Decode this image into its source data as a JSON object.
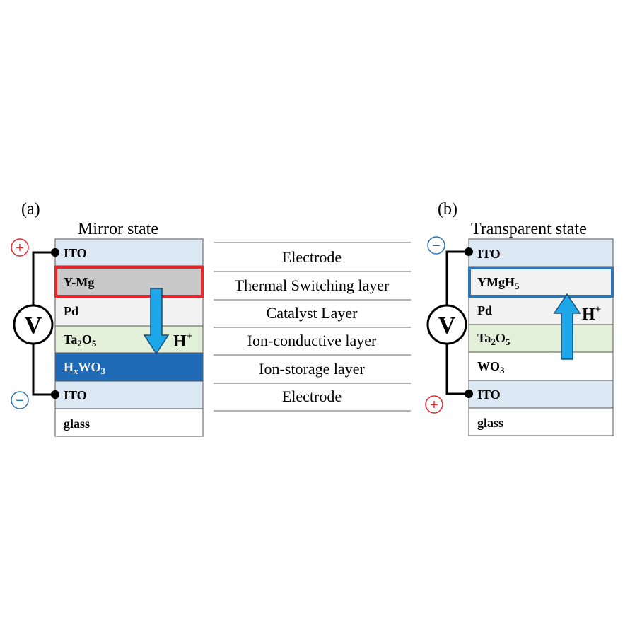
{
  "panel_a": {
    "label": "(a)",
    "title": "Mirror state",
    "layers": [
      {
        "text": "ITO",
        "sub": "",
        "tail": "",
        "fill": "#dde8f5"
      },
      {
        "text": "Y-Mg",
        "sub": "",
        "tail": "",
        "fill": "#c8c8c8"
      },
      {
        "text": "Pd",
        "sub": "",
        "tail": "",
        "fill": "#f2f2f2"
      },
      {
        "text": "Ta",
        "sub": "2",
        "tail": "O",
        "sub2": "5",
        "fill": "#e2efd9"
      },
      {
        "text": "H",
        "sub": "x",
        "tail": "WO",
        "sub2": "3",
        "fill": "#1f6bb8"
      },
      {
        "text": "ITO",
        "sub": "",
        "tail": "",
        "fill": "#dde8f5"
      },
      {
        "text": "glass",
        "sub": "",
        "tail": "",
        "fill": "#ffffff"
      }
    ],
    "highlight_color": "#e8262b",
    "proton_label": "H",
    "proton_sup": "+",
    "top_sign": "+",
    "bottom_sign": "−",
    "voltage": "V"
  },
  "panel_b": {
    "label": "(b)",
    "title": "Transparent state",
    "layers": [
      {
        "text": "ITO",
        "sub": "",
        "tail": "",
        "fill": "#dde8f5"
      },
      {
        "text": "YMgH",
        "sub": "5",
        "tail": "",
        "fill": "#f2f2f2"
      },
      {
        "text": "Pd",
        "sub": "",
        "tail": "",
        "fill": "#f2f2f2"
      },
      {
        "text": "Ta",
        "sub": "2",
        "tail": "O",
        "sub2": "5",
        "fill": "#e2efd9"
      },
      {
        "text": "WO",
        "sub": "3",
        "tail": "",
        "fill": "#ffffff"
      },
      {
        "text": "ITO",
        "sub": "",
        "tail": "",
        "fill": "#dde8f5"
      },
      {
        "text": "glass",
        "sub": "",
        "tail": "",
        "fill": "#ffffff"
      }
    ],
    "highlight_color": "#2e75b6",
    "proton_label": "H",
    "proton_sup": "+",
    "top_sign": "−",
    "bottom_sign": "+",
    "voltage": "V"
  },
  "descriptions": [
    "Electrode",
    "Thermal Switching layer",
    "Catalyst Layer",
    "Ion-conductive layer",
    "Ion-storage layer",
    "Electrode"
  ],
  "colors": {
    "arrow_fill": "#1ea7e8",
    "plus_sign": "#e8262b",
    "minus_sign": "#2e75b6"
  }
}
